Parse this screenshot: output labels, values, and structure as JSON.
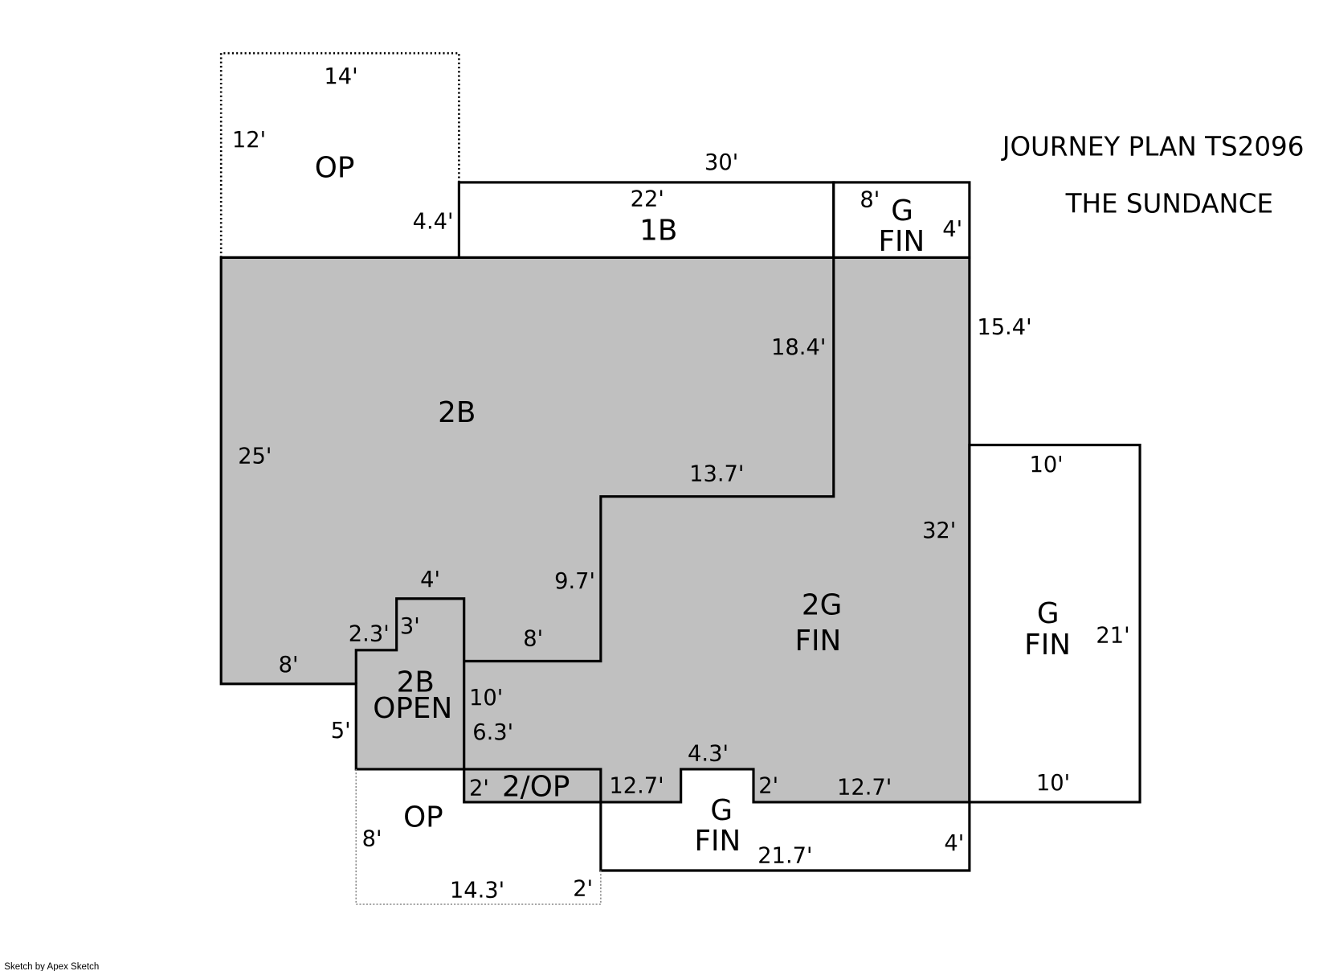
{
  "title": {
    "line1": "JOURNEY PLAN TS2096",
    "line2": "THE SUNDANCE"
  },
  "colors": {
    "shaded": "#c0c0c0",
    "line": "#000000"
  },
  "watermark": "Sketch by Apex Sketch",
  "areas": {
    "op_top": "OP",
    "b1": "1B",
    "g_fin_top_1": "G",
    "g_fin_top_2": "FIN",
    "b2": "2B",
    "g2_fin_1": "2G",
    "g2_fin_2": "FIN",
    "b2_open_1": "2B",
    "b2_open_2": "OPEN",
    "op2": "2/OP",
    "op_bottom": "OP",
    "g_fin_bottom_1": "G",
    "g_fin_bottom_2": "FIN",
    "g_fin_right_1": "G",
    "g_fin_right_2": "FIN"
  },
  "dimensions": {
    "op_top_width": "14'",
    "op_top_height": "12'",
    "op_top_side": "4.4'",
    "overall_top": "30'",
    "b1_width": "22'",
    "gfin_top_width": "8'",
    "gfin_top_height": "4'",
    "right_upper": "15.4'",
    "inner_18": "18.4'",
    "left_25": "25'",
    "inner_13": "13.7'",
    "right_32": "32'",
    "inner_9": "9.7'",
    "open_top": "4'",
    "open_3": "3'",
    "open_2_3": "2.3'",
    "left_bottom_8": "8'",
    "inner_8": "8'",
    "open_10": "10'",
    "open_5": "5'",
    "open_6_3": "6.3'",
    "op2_2": "2'",
    "b_12_7_a": "12.7'",
    "notch_4_3": "4.3'",
    "notch_2": "2'",
    "b_12_7_b": "12.7'",
    "gfin_right_top": "10'",
    "gfin_right_side": "21'",
    "gfin_right_bottom": "10'",
    "op_bottom_8": "8'",
    "op_bottom_width": "14.3'",
    "op_bottom_2": "2'",
    "gfin_bottom_width": "21.7'",
    "gfin_bottom_height": "4'"
  }
}
